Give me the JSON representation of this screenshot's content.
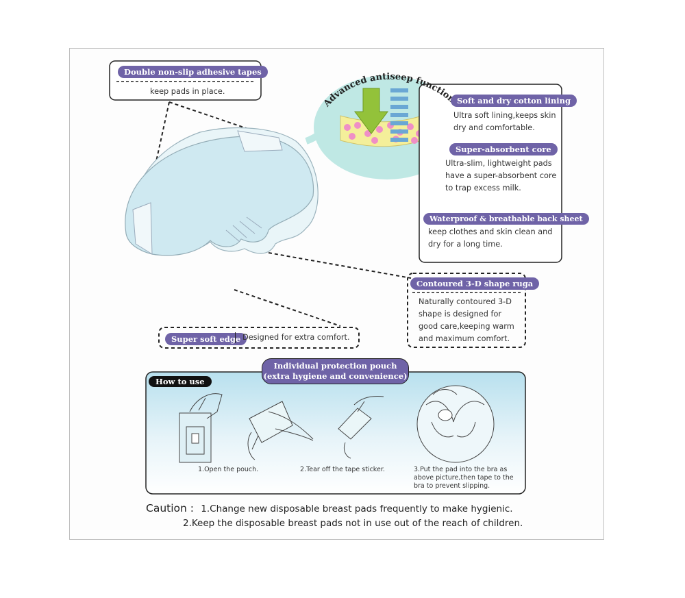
{
  "adhesive": {
    "title": "Double non-slip adhesive tapes",
    "desc": "keep pads in place."
  },
  "antiseep": {
    "title": "Advanced antiseep function"
  },
  "layers": {
    "cotton": {
      "title": "Soft and dry cotton lining",
      "line1": "Ultra soft lining,keeps skin",
      "line2": "dry and comfortable."
    },
    "core": {
      "title": "Super-absorbent core",
      "line1": "Ultra-slim, lightweight pads",
      "line2": "have a super-absorbent core",
      "line3": "to trap excess milk."
    },
    "backsheet": {
      "title": "Waterproof & breathable back sheet",
      "line1": "keep clothes and skin clean and",
      "line2": "dry for a long time."
    }
  },
  "ruga": {
    "title": "Contoured 3-D shape ruga",
    "line1": "Naturally contoured 3-D",
    "line2": "shape is designed for",
    "line3": "good care,keeping warm",
    "line4": "and maximum comfort."
  },
  "edge": {
    "title": "Super soft edge",
    "desc": "Designed for extra comfort."
  },
  "pouch": {
    "line1": "Individual protection pouch",
    "line2": "(extra hygiene and convenience)"
  },
  "howto": {
    "title": "How to use",
    "steps": [
      {
        "text": "1.Open the pouch."
      },
      {
        "text": "2.Tear off the tape sticker."
      },
      {
        "line1": "3.Put the pad into the bra as",
        "line2": "above picture,then tape to the",
        "line3": "bra to prevent slipping."
      }
    ]
  },
  "caution": {
    "label": "Caution :",
    "line1": "1.Change new disposable breast pads frequently to make hygienic.",
    "line2": "2.Keep the disposable breast pads not in use out of the reach of children."
  },
  "colors": {
    "pill": "#6f63a7",
    "bubble": "#bfe8e4",
    "panel": "#d6eef6",
    "arrow": "#93c23a",
    "core": "#f4ef9a",
    "dots": "#ef8fc6"
  }
}
